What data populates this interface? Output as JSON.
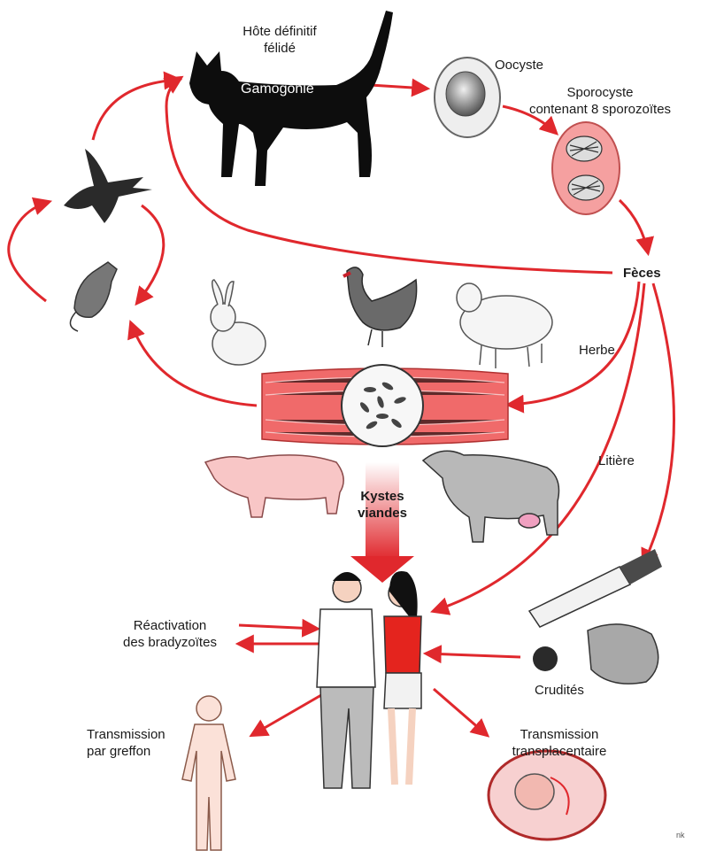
{
  "labels": {
    "host": "Hôte définitif\nfélidé",
    "gamogonie": "Gamogonie",
    "oocyste": "Oocyste",
    "sporocyste": "Sporocyste\ncontenant 8 sporozoïtes",
    "feces": "Fèces",
    "herbe": "Herbe",
    "litiere": "Litière",
    "kystes": "Kystes\nviandes",
    "reactivation": "Réactivation\ndes bradyzoïtes",
    "crudites": "Crudités",
    "greffon": "Transmission\npar greffon",
    "transplacentaire": "Transmission\ntransplacentaire",
    "signature": "nk"
  },
  "icons": [
    "cat-icon",
    "oocyst-icon",
    "sporocyst-icon",
    "bird-icon",
    "mouse-icon",
    "rabbit-icon",
    "chicken-icon",
    "sheep-icon",
    "muscle-cyst-icon",
    "pig-icon",
    "cow-icon",
    "humans-icon",
    "vegetables-icon",
    "body-outline-icon",
    "fetus-icon"
  ],
  "colors": {
    "arrow": "#e0282d",
    "muscle": "#f06a6a",
    "sporocyst": "#f5a0a0"
  }
}
